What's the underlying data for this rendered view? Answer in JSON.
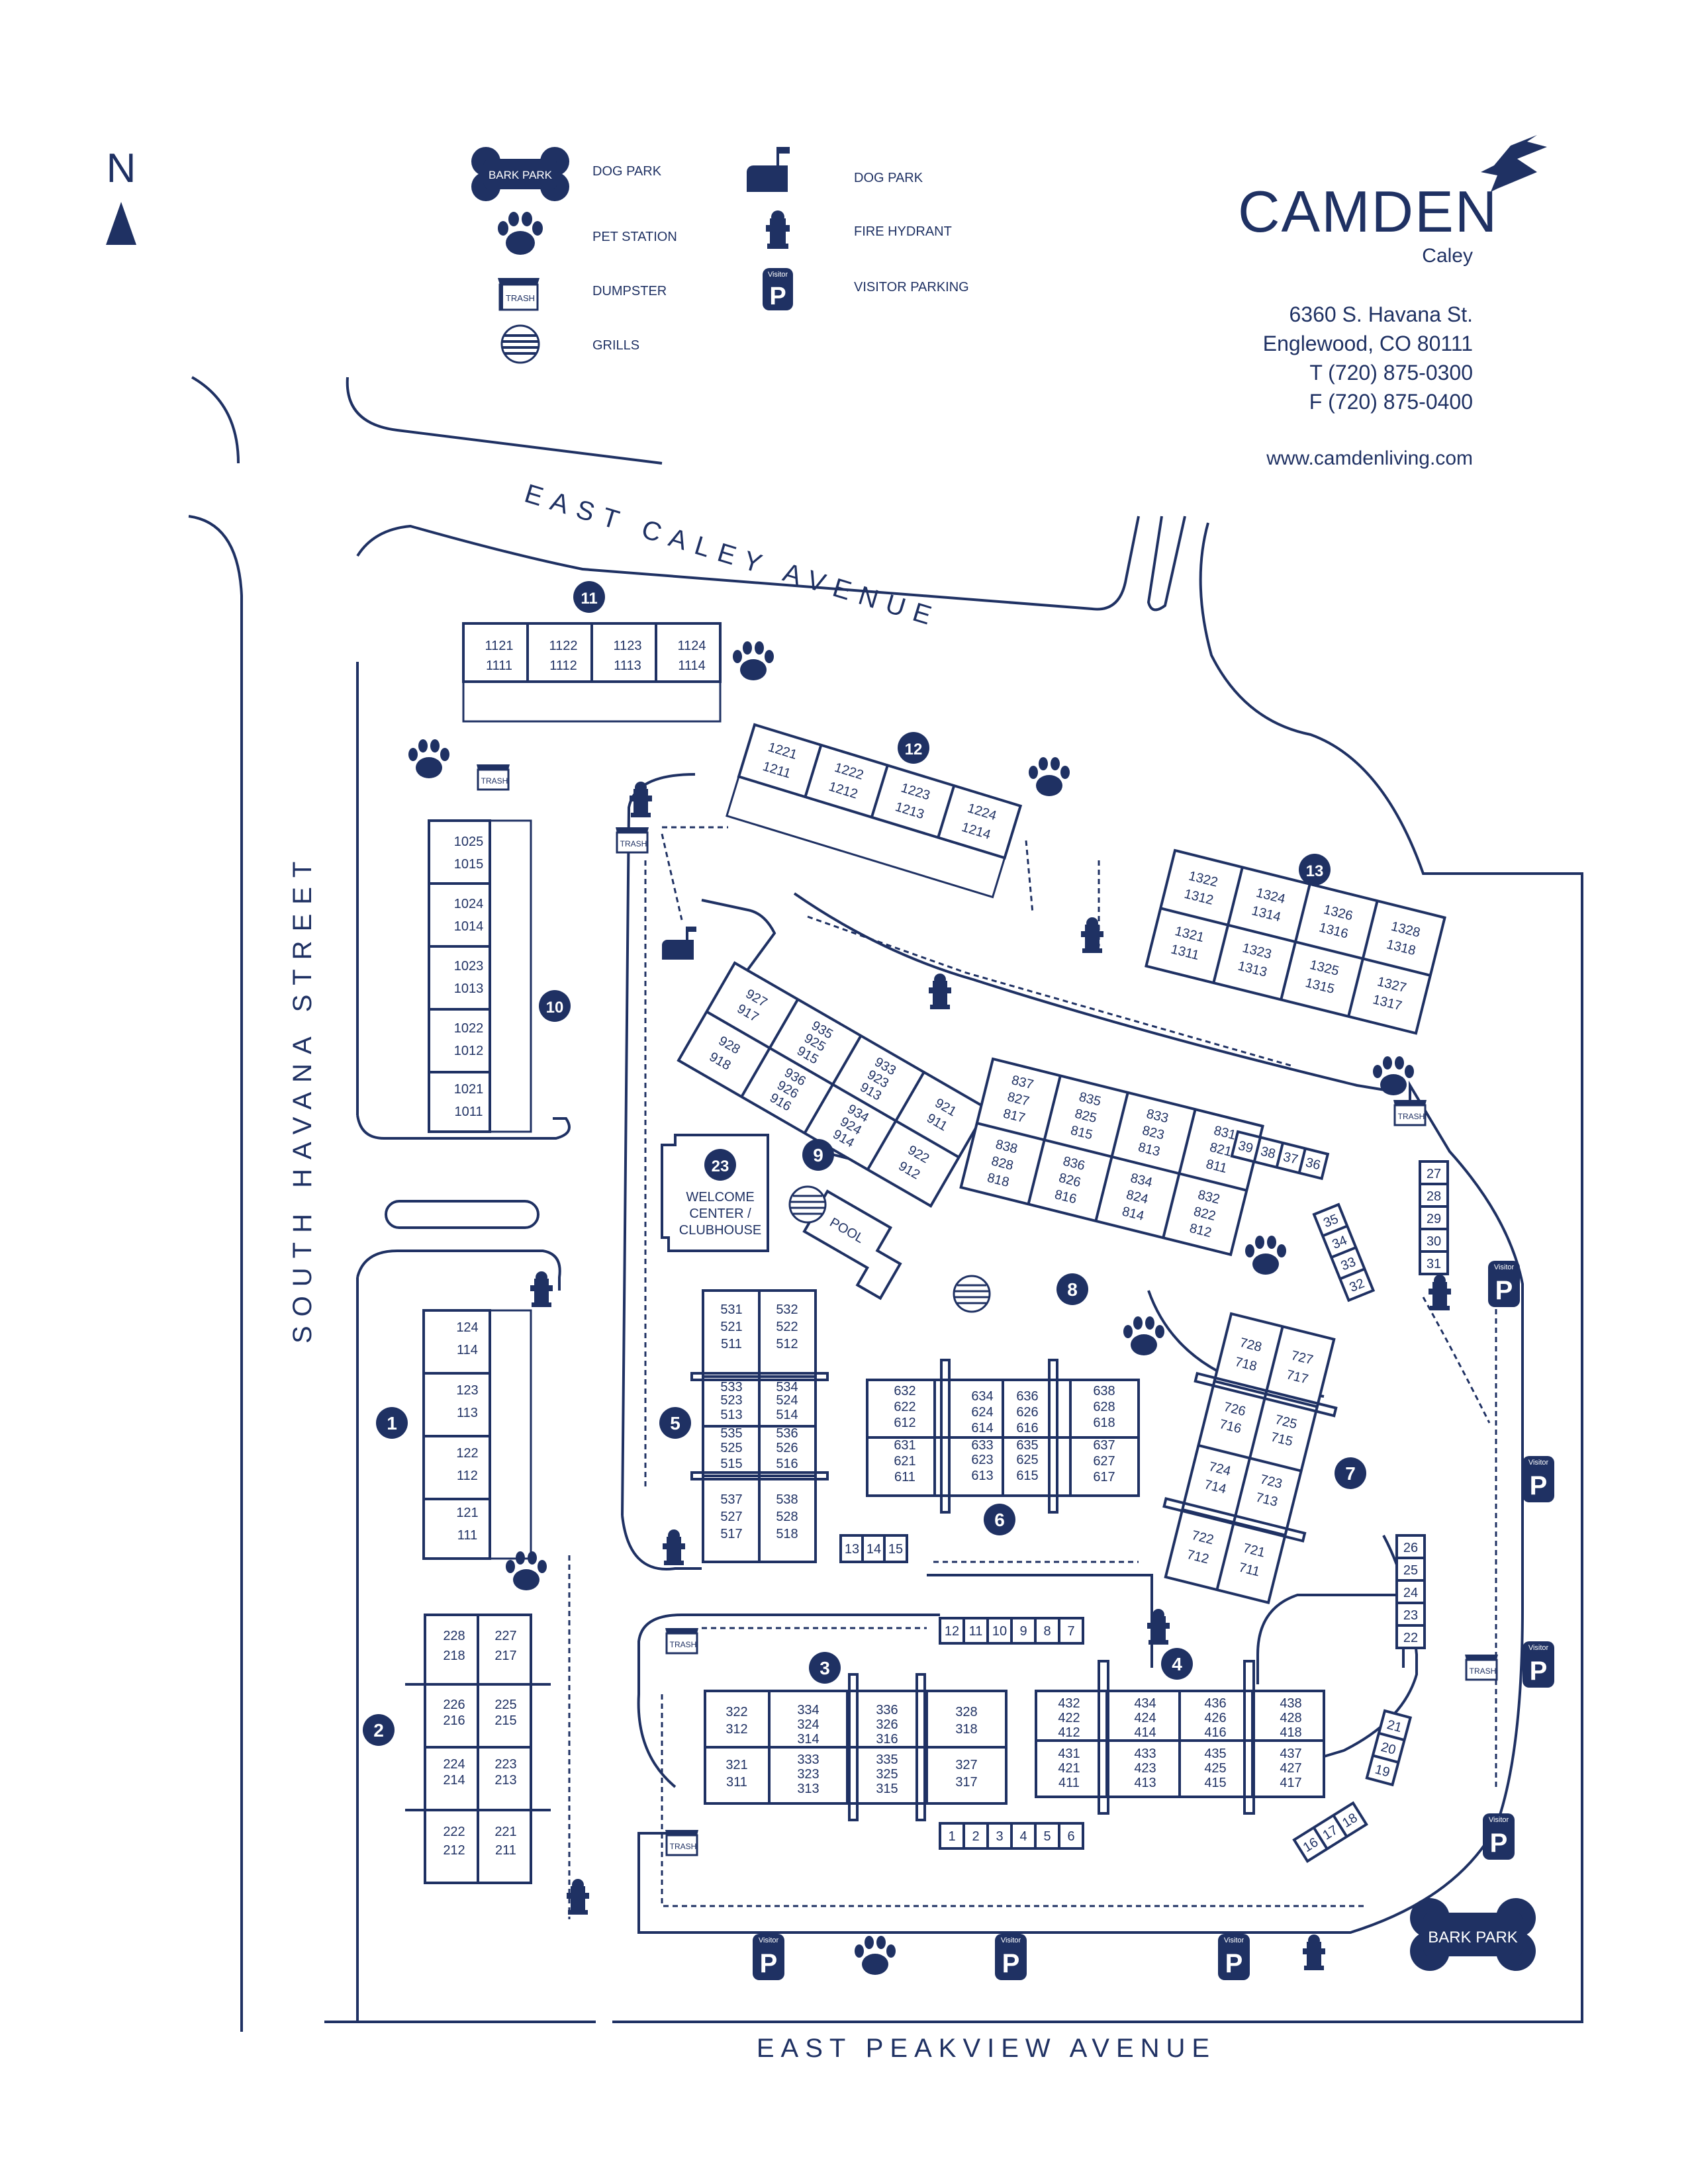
{
  "north_label": "N",
  "legend": [
    {
      "icon": "bark-park-icon",
      "label": "DOG PARK",
      "icon_text": "BARK PARK"
    },
    {
      "icon": "paw-print-icon",
      "label": "PET STATION"
    },
    {
      "icon": "dumpster-icon",
      "label": "DUMPSTER",
      "icon_text": "TRASH"
    },
    {
      "icon": "grill-icon",
      "label": "GRILLS"
    },
    {
      "icon": "mailbox-icon",
      "label": "DOG PARK"
    },
    {
      "icon": "fire-hydrant-icon",
      "label": "FIRE HYDRANT"
    },
    {
      "icon": "visitor-parking-icon",
      "label": "VISITOR PARKING",
      "icon_text": "Visitor"
    }
  ],
  "brand": {
    "name": "CAMDEN",
    "community": "Caley"
  },
  "contact": {
    "street": "6360 S. Havana St.",
    "city": "Englewood, CO 80111",
    "phone": "T (720) 875-0300",
    "fax": "F (720) 875-0400",
    "website": "www.camdenliving.com"
  },
  "streets": {
    "north": "EAST CALEY AVENUE",
    "west": "SOUTH HAVANA STREET",
    "south": "EAST PEAKVIEW AVENUE"
  },
  "amenity_labels": {
    "welcome": [
      "WELCOME",
      "CENTER /",
      "CLUBHOUSE"
    ],
    "pool": "POOL",
    "bark_park": "BARK PARK",
    "trash": "TRASH",
    "visitor": "Visitor",
    "parking": "P"
  },
  "buildings": [
    {
      "number": "1",
      "units": [
        "124",
        "114",
        "123",
        "113",
        "122",
        "112",
        "121",
        "111"
      ]
    },
    {
      "number": "2",
      "units": [
        "228",
        "218",
        "227",
        "217",
        "226",
        "216",
        "225",
        "215",
        "224",
        "214",
        "223",
        "213",
        "222",
        "212",
        "221",
        "211"
      ]
    },
    {
      "number": "3",
      "units": [
        "322",
        "312",
        "321",
        "311",
        "334",
        "324",
        "314",
        "333",
        "323",
        "313",
        "336",
        "326",
        "316",
        "335",
        "325",
        "315",
        "328",
        "318",
        "327",
        "317"
      ]
    },
    {
      "number": "4",
      "units": [
        "432",
        "422",
        "412",
        "431",
        "421",
        "411",
        "434",
        "424",
        "414",
        "433",
        "423",
        "413",
        "436",
        "426",
        "416",
        "435",
        "425",
        "415",
        "438",
        "428",
        "418",
        "437",
        "427",
        "417"
      ]
    },
    {
      "number": "5",
      "units": [
        "531",
        "521",
        "511",
        "532",
        "522",
        "512",
        "533",
        "523",
        "513",
        "534",
        "524",
        "514",
        "535",
        "525",
        "515",
        "536",
        "526",
        "516",
        "537",
        "527",
        "517",
        "538",
        "528",
        "518"
      ]
    },
    {
      "number": "6",
      "units": [
        "632",
        "622",
        "612",
        "631",
        "621",
        "611",
        "634",
        "624",
        "614",
        "633",
        "623",
        "613",
        "636",
        "626",
        "616",
        "635",
        "625",
        "615",
        "638",
        "628",
        "618",
        "637",
        "627",
        "617"
      ]
    },
    {
      "number": "7",
      "units": [
        "728",
        "718",
        "727",
        "717",
        "726",
        "716",
        "725",
        "715",
        "724",
        "714",
        "723",
        "713",
        "722",
        "712",
        "721",
        "711"
      ]
    },
    {
      "number": "8",
      "units": [
        "837",
        "827",
        "817",
        "838",
        "828",
        "818",
        "835",
        "825",
        "815",
        "836",
        "826",
        "816",
        "833",
        "823",
        "813",
        "834",
        "824",
        "814",
        "831",
        "821",
        "811",
        "832",
        "822",
        "812"
      ]
    },
    {
      "number": "9",
      "units": [
        "927",
        "917",
        "928",
        "918",
        "935",
        "925",
        "915",
        "936",
        "926",
        "916",
        "933",
        "923",
        "913",
        "934",
        "924",
        "914",
        "921",
        "911",
        "922",
        "912"
      ]
    },
    {
      "number": "10",
      "units": [
        "1025",
        "1015",
        "1024",
        "1014",
        "1023",
        "1013",
        "1022",
        "1012",
        "1021",
        "1011"
      ]
    },
    {
      "number": "11",
      "units": [
        "1121",
        "1111",
        "1122",
        "1112",
        "1123",
        "1113",
        "1124",
        "1114"
      ]
    },
    {
      "number": "12",
      "units": [
        "1221",
        "1211",
        "1222",
        "1212",
        "1223",
        "1213",
        "1224",
        "1214"
      ]
    },
    {
      "number": "13",
      "units": [
        "1322",
        "1312",
        "1321",
        "1311",
        "1324",
        "1314",
        "1323",
        "1313",
        "1326",
        "1316",
        "1325",
        "1315",
        "1328",
        "1318",
        "1327",
        "1317"
      ]
    },
    {
      "number": "23",
      "units": []
    }
  ],
  "garages": {
    "row_a": [
      "13",
      "14",
      "15"
    ],
    "row_b": [
      "12",
      "11",
      "10",
      "9",
      "8",
      "7"
    ],
    "row_c": [
      "1",
      "2",
      "3",
      "4",
      "5",
      "6"
    ],
    "row_d": [
      "39",
      "38",
      "37",
      "36"
    ],
    "row_e": [
      "35",
      "34",
      "33",
      "32"
    ],
    "row_f": [
      "27",
      "28",
      "29",
      "30",
      "31"
    ],
    "row_g": [
      "26",
      "25",
      "24",
      "23",
      "22"
    ],
    "row_h": [
      "21",
      "20",
      "19"
    ],
    "row_i": [
      "16",
      "17",
      "18"
    ]
  }
}
